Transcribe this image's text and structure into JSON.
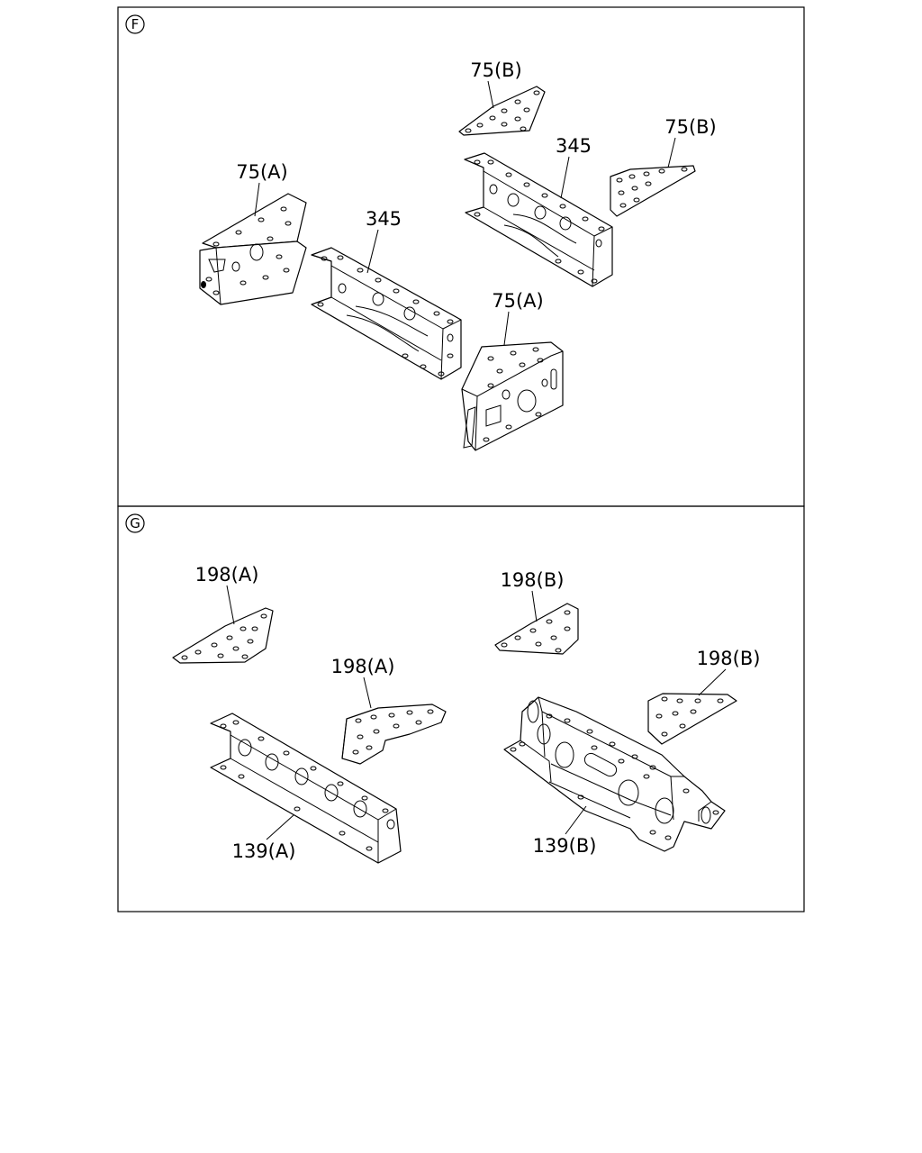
{
  "panels": [
    {
      "marker": "F",
      "labels": [
        "75(B)",
        "75(B)",
        "345",
        "75(A)",
        "345",
        "75(A)"
      ]
    },
    {
      "marker": "G",
      "labels": [
        "198(A)",
        "198(B)",
        "198(A)",
        "198(B)",
        "139(A)",
        "139(B)"
      ]
    }
  ]
}
